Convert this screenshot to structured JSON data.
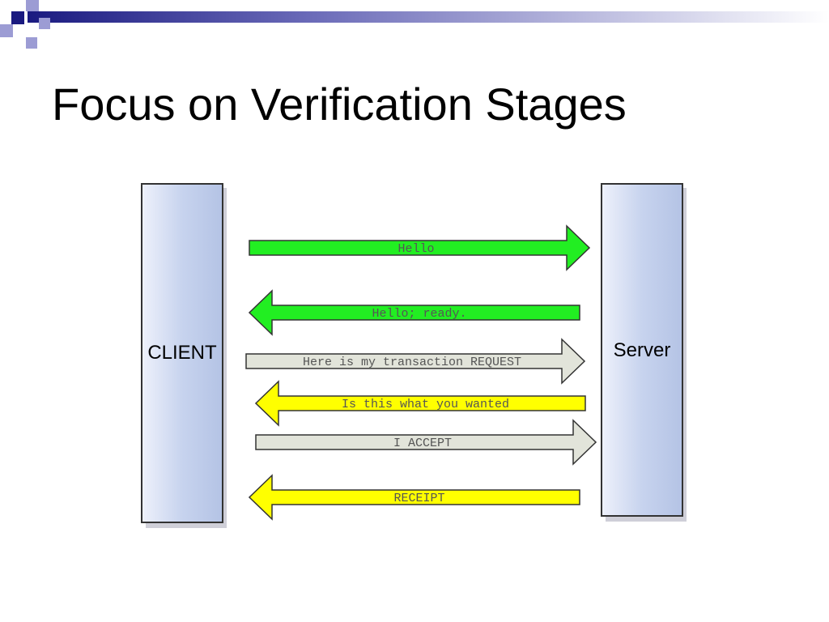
{
  "slide": {
    "title": "Focus on Verification Stages"
  },
  "diagram": {
    "client_label": "CLIENT",
    "server_label": "Server",
    "messages": [
      {
        "text": "Hello",
        "direction": "to-server",
        "color": "#22ee22",
        "text_color": "#555555"
      },
      {
        "text": "Hello; ready.",
        "direction": "to-client",
        "color": "#22ee22",
        "text_color": "#555555"
      },
      {
        "text": "Here is my transaction REQUEST",
        "direction": "to-server",
        "color": "#e2e4da",
        "text_color": "#555555"
      },
      {
        "text": "Is this what you wanted",
        "direction": "to-client",
        "color": "#ffff00",
        "text_color": "#555555"
      },
      {
        "text": "I ACCEPT",
        "direction": "to-server",
        "color": "#e2e4da",
        "text_color": "#555555"
      },
      {
        "text": "RECEIPT",
        "direction": "to-client",
        "color": "#ffff00",
        "text_color": "#555555"
      }
    ]
  },
  "theme": {
    "corner_dark": "#1a1a80",
    "corner_light": "#9c9cd4",
    "box_fill_top": "#e6ebfa",
    "box_fill_bottom": "#b8c6e6"
  }
}
